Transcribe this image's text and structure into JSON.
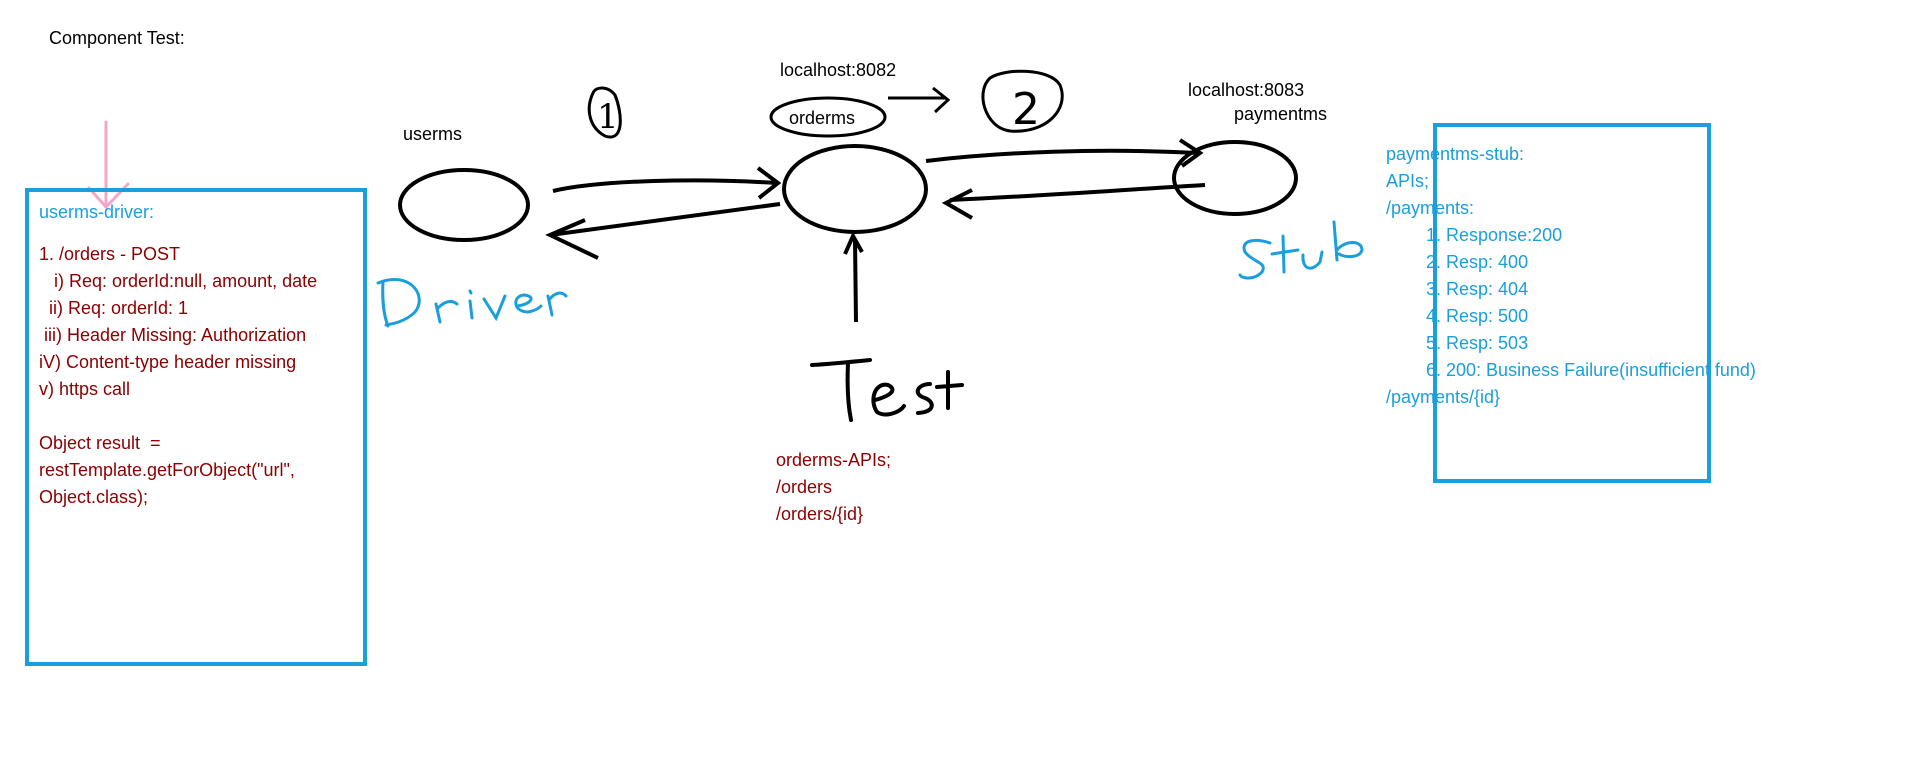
{
  "title": "Component Test:",
  "colors": {
    "driver_text": "#8b0000",
    "stub_text": "#1a9fdb",
    "box_border": "#1a9fdb",
    "ink": "#000000",
    "marker": "#f4a6c8"
  },
  "nodes": {
    "userms": {
      "label": "userms"
    },
    "orderms": {
      "label": "orderms",
      "host": "localhost:8082"
    },
    "paymentms": {
      "label": "paymentms",
      "host": "localhost:8083"
    }
  },
  "steps": {
    "one": "1",
    "two": "2"
  },
  "handwritten": {
    "driver": "Driver",
    "stub": "Stub",
    "test": "Test"
  },
  "driver_box": {
    "title": "userms-driver:",
    "lines": [
      "1. /orders - POST",
      "   i) Req: orderId:null, amount, date",
      "  ii) Req: orderId: 1",
      " iii) Header Missing: Authorization",
      "iV) Content-type header missing",
      "v) https call",
      "",
      "Object result  =",
      "restTemplate.getForObject(\"url\",",
      "Object.class);"
    ]
  },
  "orderms_apis": {
    "lines": [
      "orderms-APIs;",
      "/orders",
      "/orders/{id}"
    ]
  },
  "stub_box": {
    "title": "paymentms-stub:",
    "lines": [
      "APIs;",
      "/payments:",
      "        1. Response:200",
      "        2. Resp: 400",
      "        3. Resp: 404",
      "        4. Resp: 500",
      "        5. Resp: 503",
      "        6. 200: Business Failure(insufficient fund)",
      "/payments/{id}"
    ]
  }
}
